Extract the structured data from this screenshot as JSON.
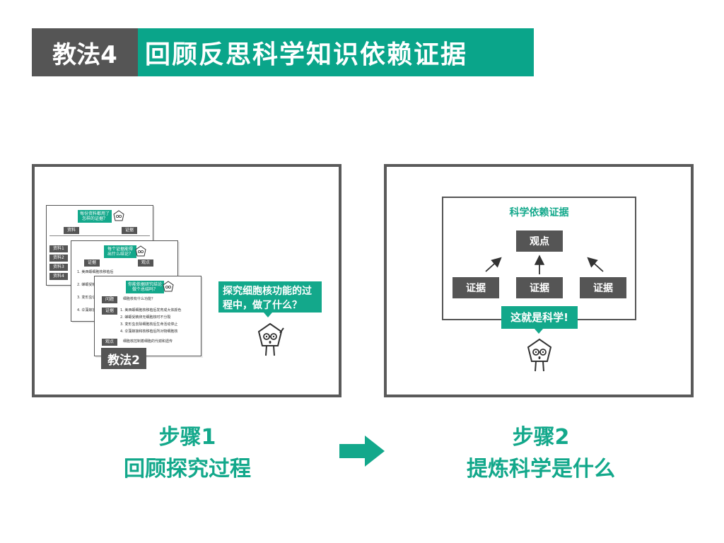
{
  "header": {
    "tag": "教法4",
    "title": "回顾反思科学知识依赖证据"
  },
  "left_panel": {
    "page1": {
      "question": "每份资料都用了怎样的证据？",
      "col_left": "资料",
      "col_right": "证据",
      "rows": [
        "资料1",
        "资料2",
        "资料3",
        "资料4"
      ]
    },
    "page2": {
      "question": "每个证据能得出什么结论？",
      "col_left": "证据",
      "col_right": "观点",
      "lines": [
        "1. 美西螈细胞核移植后",
        "2. 蝾螈受精卵横缢",
        "3. 变形虫切成两半",
        "4. 伞藻嫁接与核移植"
      ]
    },
    "page3": {
      "question": "你能依据研究结论做个总结吗？",
      "label_question": "问题",
      "question_text": "细胞核有什么功能？",
      "label_evidence": "证据",
      "evidence_lines": [
        "1. 美西螈细胞核移植后发育成大体颜色",
        "2. 蝾螈受精卵无细胞核时不分裂",
        "3. 变形虫去除细胞核后生命活动停止",
        "4. 伞藻嫁接和核移植后所对物细胞核"
      ],
      "label_view": "观点",
      "view_text": "细胞核控制着细胞的代谢和遗传"
    },
    "badge": "教法2",
    "bubble": "探究细胞核功能的过程中，做了什么？"
  },
  "right_panel": {
    "title": "科学依赖证据",
    "top_node": "观点",
    "nodes": [
      "证据",
      "证据",
      "证据"
    ],
    "bubble": "这就是科学!"
  },
  "steps": {
    "step1_title": "步骤1",
    "step1_desc": "回顾探究过程",
    "step2_title": "步骤2",
    "step2_desc": "提炼科学是什么"
  },
  "colors": {
    "accent": "#13a88b",
    "dark": "#555555"
  }
}
